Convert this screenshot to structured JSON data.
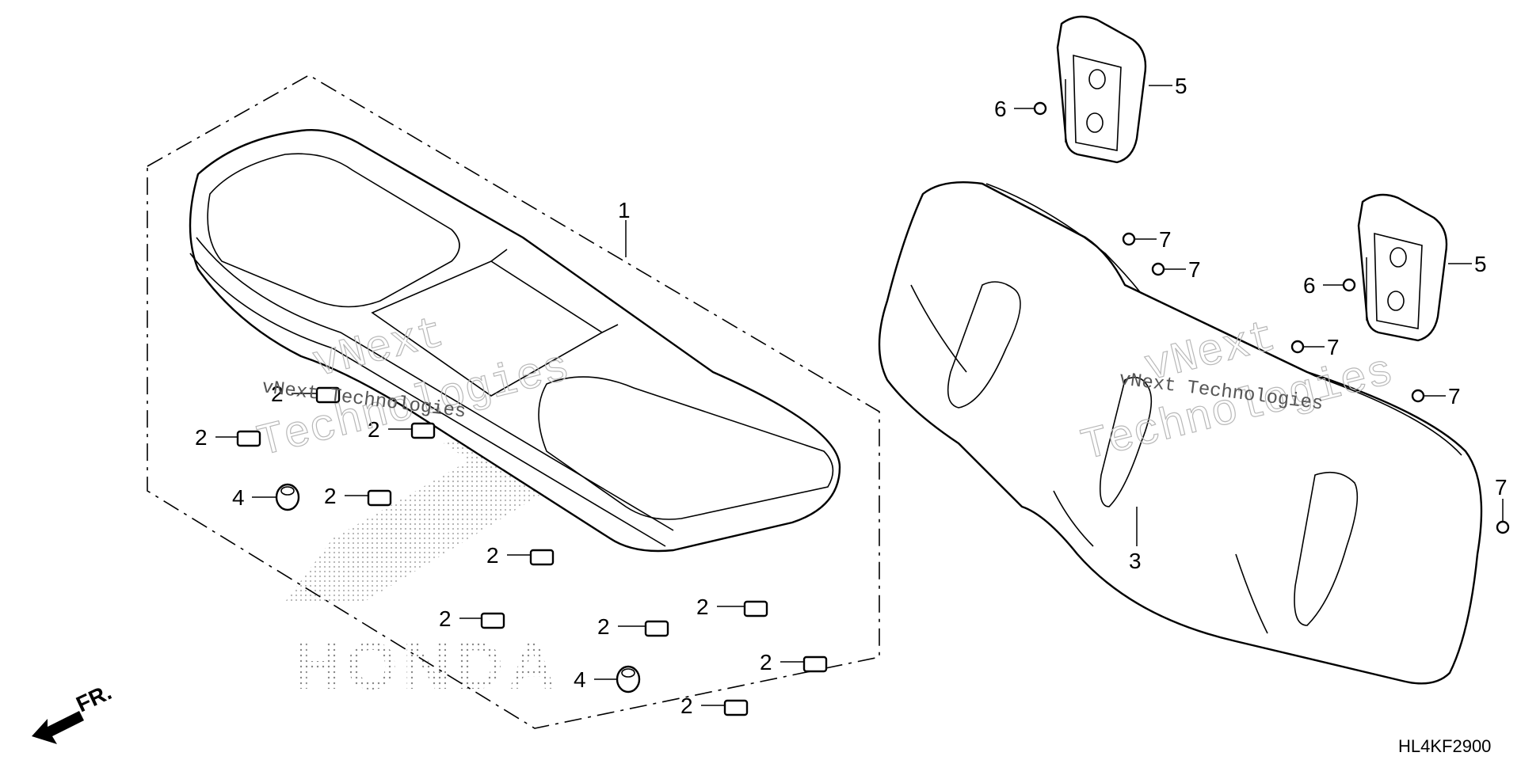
{
  "diagram": {
    "code": "HL4KF2900",
    "front_label": "FR.",
    "watermark": {
      "brand": "vNext Technologies",
      "big_line1": "vNext",
      "big_line2": "Technologies",
      "honda": "HONDA"
    },
    "callouts": {
      "c1": "1",
      "c2": "2",
      "c3": "3",
      "c4": "4",
      "c5": "5",
      "c6": "6",
      "c7": "7"
    }
  }
}
